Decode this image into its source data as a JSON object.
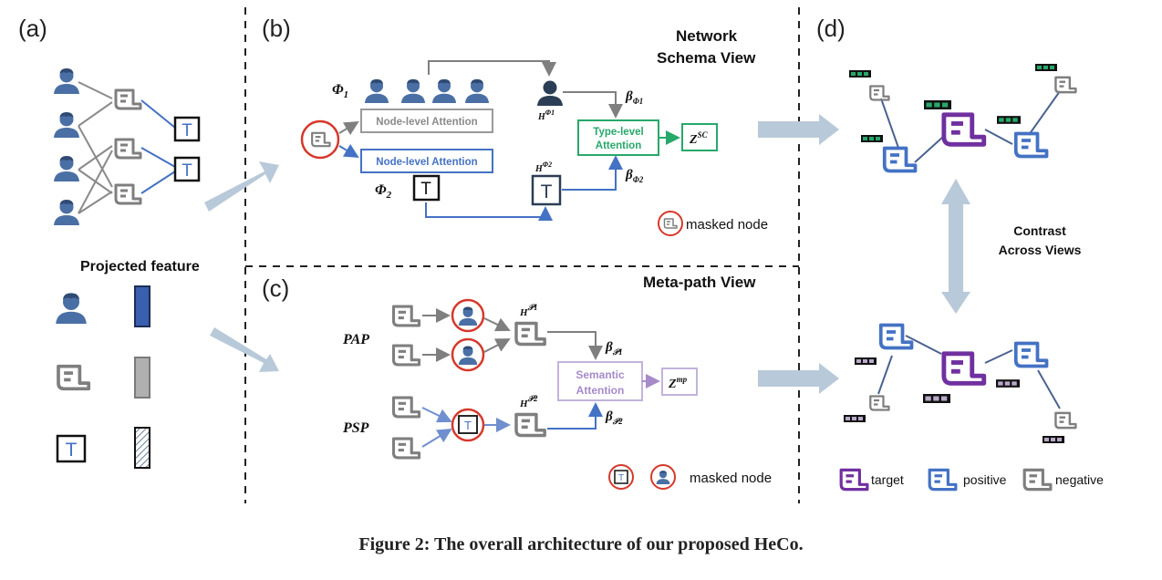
{
  "panels": {
    "a": "(a)",
    "b": "(b)",
    "c": "(c)",
    "d": "(d)"
  },
  "panel_a": {
    "projected_feature": "Projected feature",
    "type_node_glyph": "T"
  },
  "panel_b": {
    "title_line1": "Network",
    "title_line2": "Schema View",
    "phi1": "Φ",
    "phi1_sub": "1",
    "phi2": "Φ",
    "phi2_sub": "2",
    "node_attention_1": "Node-level Attention",
    "node_attention_2": "Node-level Attention",
    "h_phi1": "H",
    "h_phi1_sup": "Φ1",
    "h_phi2": "H",
    "h_phi2_sup": "Φ2",
    "beta_phi1": "β",
    "beta_phi1_sub": "Φ1",
    "beta_phi2": "β",
    "beta_phi2_sub": "Φ2",
    "type_attention_1": "Type-level",
    "type_attention_2": "Attention",
    "z_sc": "Z",
    "z_sc_sup": "SC",
    "masked_node": "masked node",
    "type_node_glyph": "T"
  },
  "panel_c": {
    "title": "Meta-path View",
    "pap": "PAP",
    "psp": "PSP",
    "h_p1": "H",
    "h_p1_sup": "𝒫1",
    "h_p2": "H",
    "h_p2_sup": "𝒫2",
    "beta_p1": "β",
    "beta_p1_sub": "𝒫1",
    "beta_p2": "β",
    "beta_p2_sub": "𝒫2",
    "semantic_1": "Semantic",
    "semantic_2": "Attention",
    "z_mp": "Z",
    "z_mp_sup": "mp",
    "masked_node": "masked node",
    "type_node_glyph": "T"
  },
  "panel_d": {
    "contrast_1": "Contrast",
    "contrast_2": "Across Views",
    "legend_target": "target",
    "legend_positive": "positive",
    "legend_negative": "negative"
  },
  "caption": "Figure 2: The overall architecture of our proposed HeCo.",
  "colors": {
    "author": "#4a6fa5",
    "author_dark": "#2c3e55",
    "blue": "#4472c4",
    "gray": "#7f7f7f",
    "green": "#27a86b",
    "purple": "#7030a0",
    "light_purple": "#a68bc8",
    "red": "#d6382b",
    "arrow": "#b8c9d9",
    "dash": "#222222"
  }
}
